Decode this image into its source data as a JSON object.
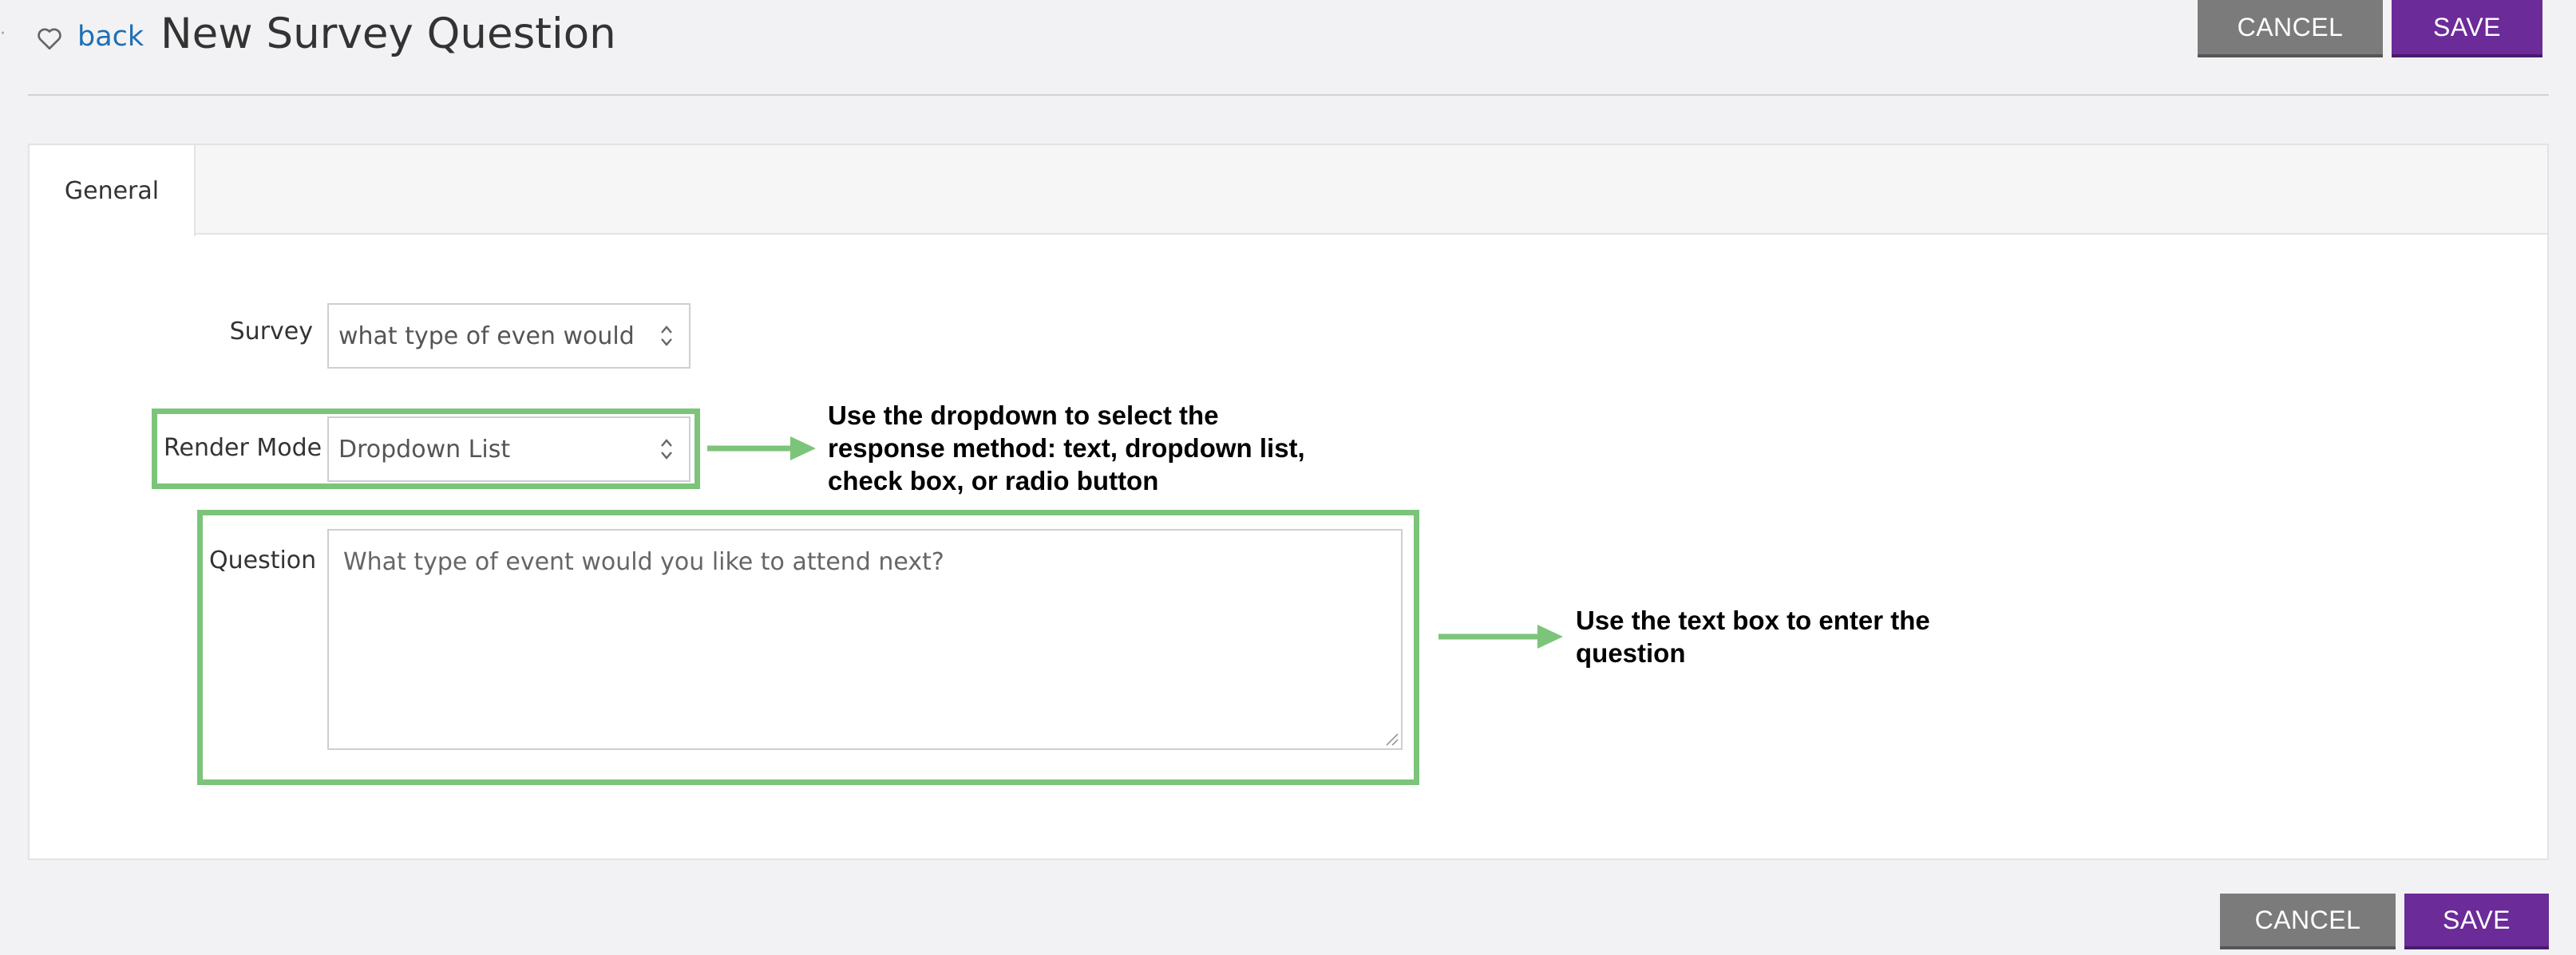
{
  "header": {
    "back_label": "back",
    "title": "New Survey Question",
    "cancel_label": "CANCEL",
    "save_label": "SAVE"
  },
  "tabs": [
    {
      "label": "General",
      "active": true
    }
  ],
  "form": {
    "survey": {
      "label": "Survey",
      "value": "what type of even would you"
    },
    "render_mode": {
      "label": "Render Mode",
      "value": "Dropdown List"
    },
    "question": {
      "label": "Question",
      "placeholder": "What type of event would you like to attend next?"
    }
  },
  "annotations": {
    "dropdown_note": [
      "Use the dropdown to select the",
      "response method: text, dropdown list,",
      "check box, or radio button"
    ],
    "textbox_note": [
      "Use the text box to enter the",
      "question"
    ]
  },
  "footer": {
    "cancel_label": "CANCEL",
    "save_label": "SAVE"
  },
  "colors": {
    "accent_purple": "#6b2b98",
    "cancel_gray": "#7b7b7b",
    "link_blue": "#1f6fb5",
    "callout_green": "#7cc47a"
  }
}
